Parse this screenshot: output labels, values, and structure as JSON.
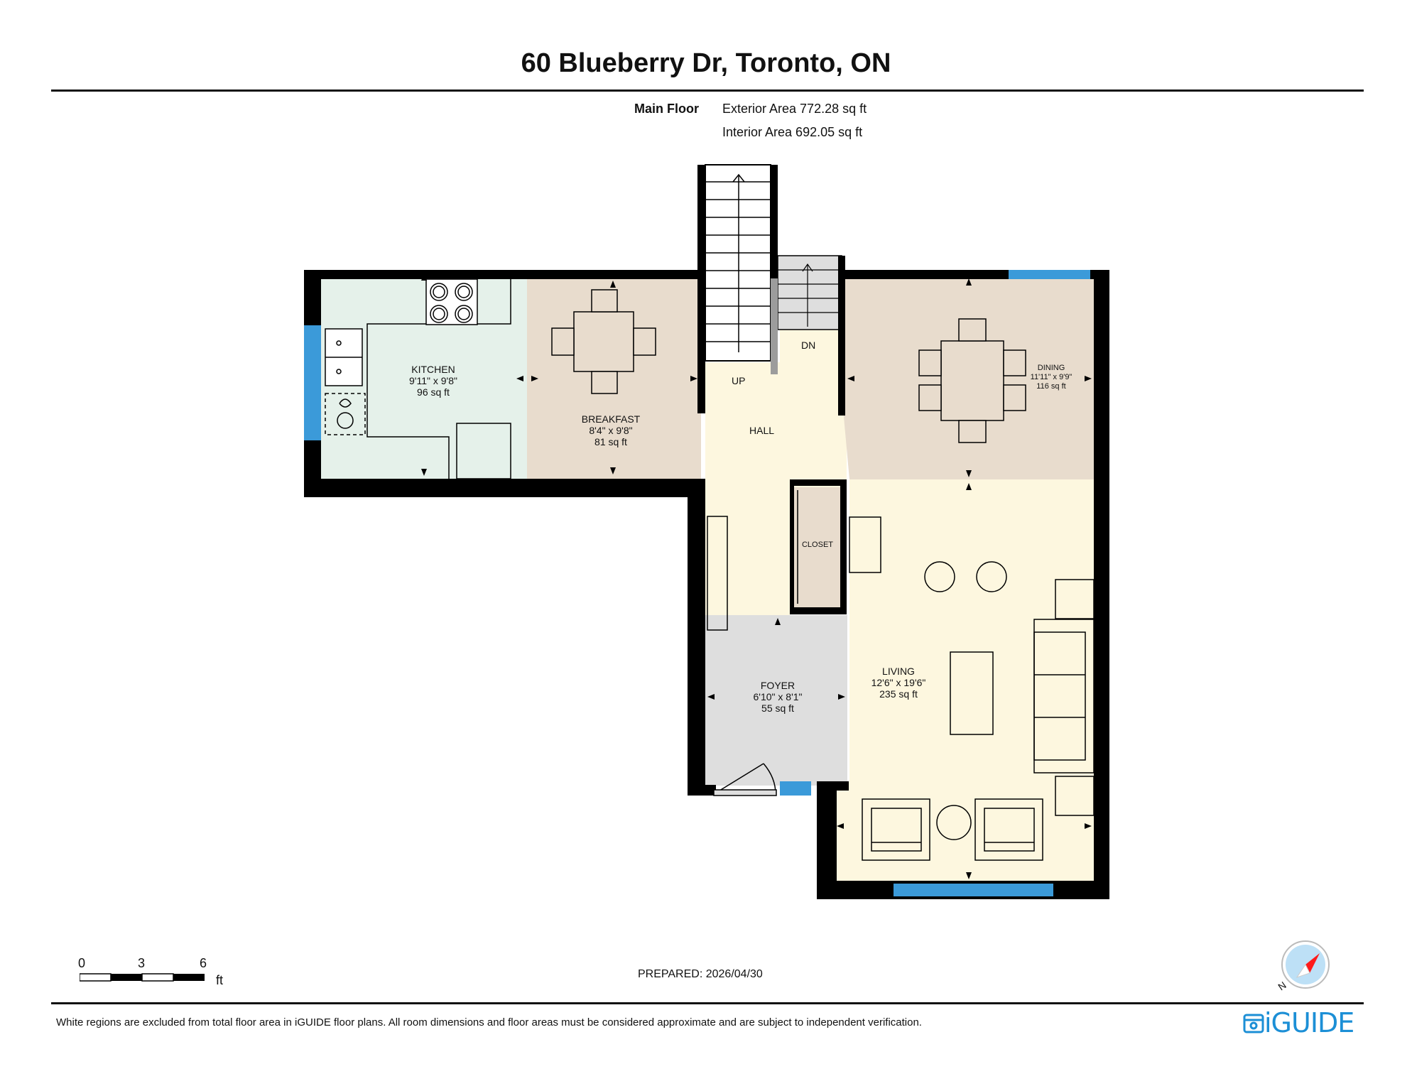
{
  "header": {
    "address": "60 Blueberry Dr, Toronto, ON"
  },
  "summary": {
    "floor_name": "Main Floor",
    "exterior_area": "Exterior Area 772.28 sq ft",
    "interior_area": "Interior Area 692.05 sq ft"
  },
  "rooms": {
    "kitchen": {
      "name": "KITCHEN",
      "dims": "9'11\" x 9'8\"",
      "area": "96 sq ft"
    },
    "breakfast": {
      "name": "BREAKFAST",
      "dims": "8'4\" x 9'8\"",
      "area": "81 sq ft"
    },
    "dining": {
      "name": "DINING",
      "dims": "11'11\" x 9'9\"",
      "area": "116 sq ft"
    },
    "hall": {
      "name": "HALL"
    },
    "closet": {
      "name": "CLOSET"
    },
    "living": {
      "name": "LIVING",
      "dims": "12'6\" x 19'6\"",
      "area": "235 sq ft"
    },
    "foyer": {
      "name": "FOYER",
      "dims": "6'10\" x 8'1\"",
      "area": "55 sq ft"
    },
    "stairs_up": "UP",
    "stairs_down": "DN"
  },
  "scale": {
    "ticks": [
      "0",
      "3",
      "6"
    ],
    "unit": "ft"
  },
  "prepared": "PREPARED: 2026/04/30",
  "footer_note": "White regions are excluded from total floor area in iGUIDE floor plans. All room dimensions and floor areas must be considered approximate and are subject to independent verification.",
  "compass": {
    "label": "N"
  },
  "brand": {
    "name": "iGUIDE",
    "color": "#1c8fd6"
  },
  "colors": {
    "kitchen": "#e5f1ea",
    "breakfast": "#e8dccd",
    "dining": "#e8dccd",
    "living": "#fdf7df",
    "hall": "#fdf7df",
    "foyer": "#dedede",
    "closet": "#e8dccd",
    "wall": "#000000",
    "window": "#3b9ad9"
  }
}
